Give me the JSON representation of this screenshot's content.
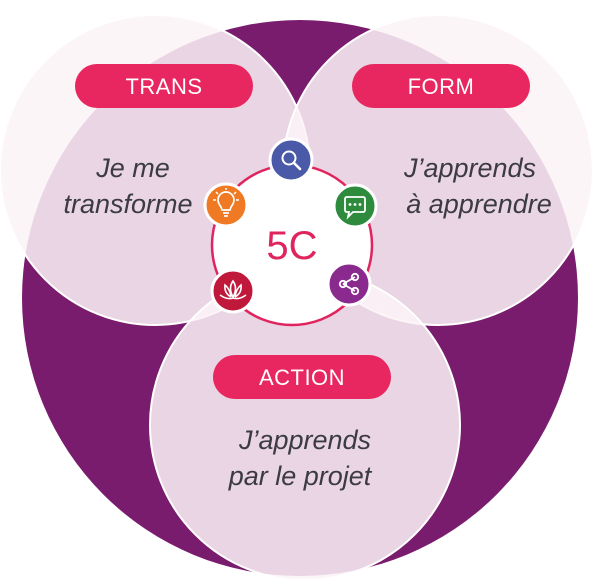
{
  "center": {
    "label": "5C"
  },
  "circles": [
    {
      "id": "trans",
      "pill": "TRANS",
      "lines": [
        "Je me",
        "transforme"
      ]
    },
    {
      "id": "form",
      "pill": "FORM",
      "lines": [
        "J’apprends",
        "à apprendre"
      ]
    },
    {
      "id": "action",
      "pill": "ACTION",
      "lines": [
        "J’apprends",
        "par le projet"
      ]
    }
  ],
  "icons": [
    {
      "name": "search-icon",
      "color": "#4a5aa8"
    },
    {
      "name": "chat-icon",
      "color": "#2e8b3e"
    },
    {
      "name": "share-icon",
      "color": "#8b2a8e"
    },
    {
      "name": "lotus-icon",
      "color": "#c0183b"
    },
    {
      "name": "lightbulb-icon",
      "color": "#ef7a23"
    }
  ],
  "colors": {
    "background_disc": "#7a1c6e",
    "circle_fill": "#f6ecf2",
    "pill": "#e8265f",
    "center_ring": "#e0245e"
  }
}
